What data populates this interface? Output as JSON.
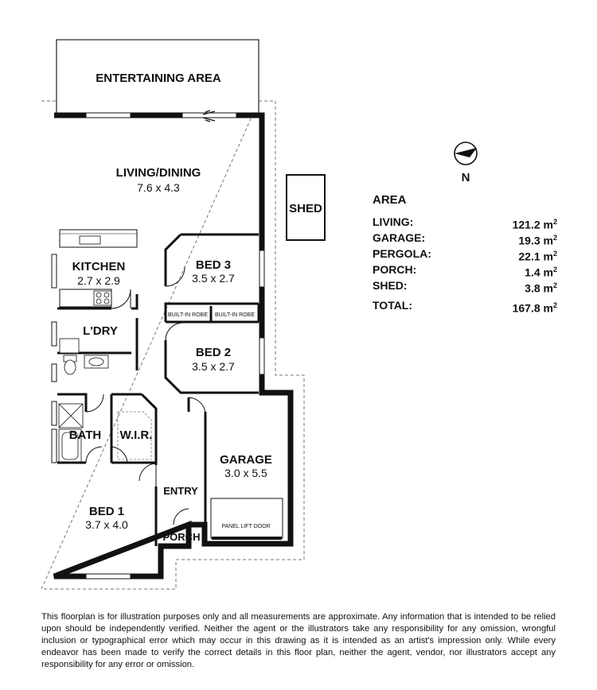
{
  "rooms": {
    "entertaining": {
      "name": "ENTERTAINING AREA"
    },
    "living": {
      "name": "LIVING/DINING",
      "dims": "7.6 x 4.3"
    },
    "kitchen": {
      "name": "KITCHEN",
      "dims": "2.7 x 2.9"
    },
    "bed3": {
      "name": "BED 3",
      "dims": "3.5 x 2.7"
    },
    "bed2": {
      "name": "BED 2",
      "dims": "3.5 x 2.7"
    },
    "laundry": {
      "name": "L'DRY"
    },
    "bath": {
      "name": "BATH"
    },
    "wir": {
      "name": "W.I.R."
    },
    "garage": {
      "name": "GARAGE",
      "dims": "3.0 x 5.5"
    },
    "entry": {
      "name": "ENTRY"
    },
    "porch": {
      "name": "PORCH"
    },
    "bed1": {
      "name": "BED 1",
      "dims": "3.7 x 4.0"
    },
    "shed": {
      "name": "SHED"
    },
    "robe1": {
      "name": "BUILT-IN ROBE"
    },
    "robe2": {
      "name": "BUILT-IN ROBE"
    },
    "garage_door": {
      "name": "PANEL LIFT DOOR"
    }
  },
  "compass": {
    "label": "N",
    "icon": "compass-north-icon"
  },
  "area": {
    "heading": "AREA",
    "unit": "m",
    "unit_power": "2",
    "rows": [
      {
        "label": "LIVING:",
        "value": "121.2"
      },
      {
        "label": "GARAGE:",
        "value": "19.3"
      },
      {
        "label": "PERGOLA:",
        "value": "22.1"
      },
      {
        "label": "PORCH:",
        "value": "1.4"
      },
      {
        "label": "SHED:",
        "value": "3.8"
      }
    ],
    "total": {
      "label": "TOTAL:",
      "value": "167.8"
    }
  },
  "disclaimer": "This floorplan is for illustration purposes only and all measurements are approximate. Any information that is intended to be relied upon should be independently verified. Neither the agent or the illustrators take any responsibility for any omission, wrongful inclusion or typographical error which may occur in this drawing as it is intended as an artist's impression only. While every endeavor has been made to verify the correct details in this floor plan, neither the agent, vendor, nor illustrators accept any responsibility for any error or omission."
}
